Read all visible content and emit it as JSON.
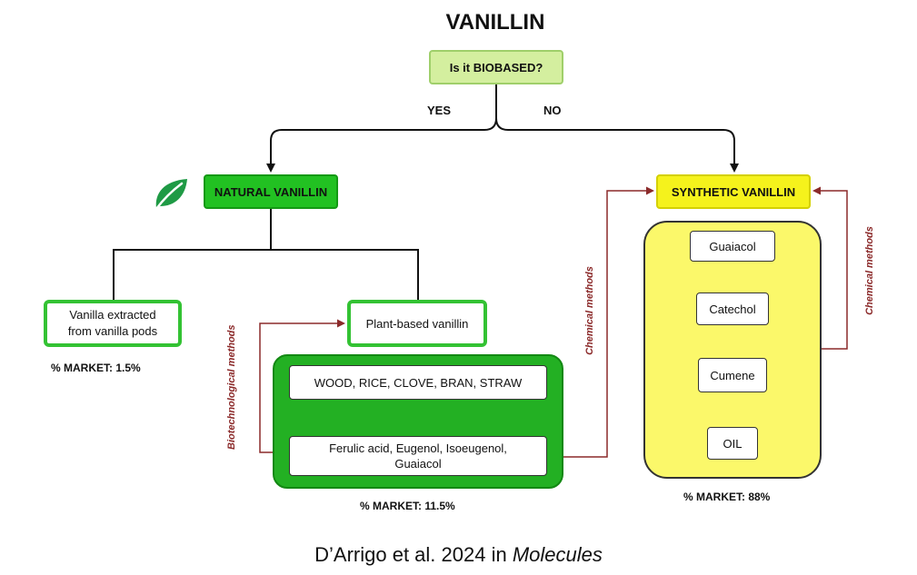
{
  "title": "VANILLIN",
  "question": "Is it BIOBASED?",
  "branches": {
    "yes": "YES",
    "no": "NO"
  },
  "natural": {
    "label": "NATURAL VANILLIN",
    "icon": "leaf-icon",
    "extracted": {
      "line1": "Vanilla extracted",
      "line2": "from vanilla pods",
      "market": "% MARKET: 1.5%"
    },
    "plant_based": {
      "label": "Plant-based vanillin",
      "source": "WOOD, RICE, CLOVE, BRAN, STRAW",
      "intermediates_line1": "Ferulic acid, Eugenol, Isoeugenol,",
      "intermediates_line2": "Guaiacol",
      "market": "% MARKET: 11.5%"
    },
    "biotech_label": "Biotechnological methods"
  },
  "synthetic": {
    "label": "SYNTHETIC VANILLIN",
    "steps": [
      "Guaiacol",
      "Catechol",
      "Cumene",
      "OIL"
    ],
    "market": "% MARKET: 88%",
    "chemical_label_left": "Chemical methods",
    "chemical_label_right": "Chemical methods"
  },
  "caption": {
    "authors": "D’Arrigo et al. 2024 in ",
    "journal": "Molecules"
  },
  "colors": {
    "natural_green": "#22c122",
    "panel_green": "#23b023",
    "synthetic_yellow": "#f5f21c",
    "panel_yellow": "#fbf86a",
    "question_green": "#d4ef9f",
    "method_arrow": "#8b2a2a"
  }
}
